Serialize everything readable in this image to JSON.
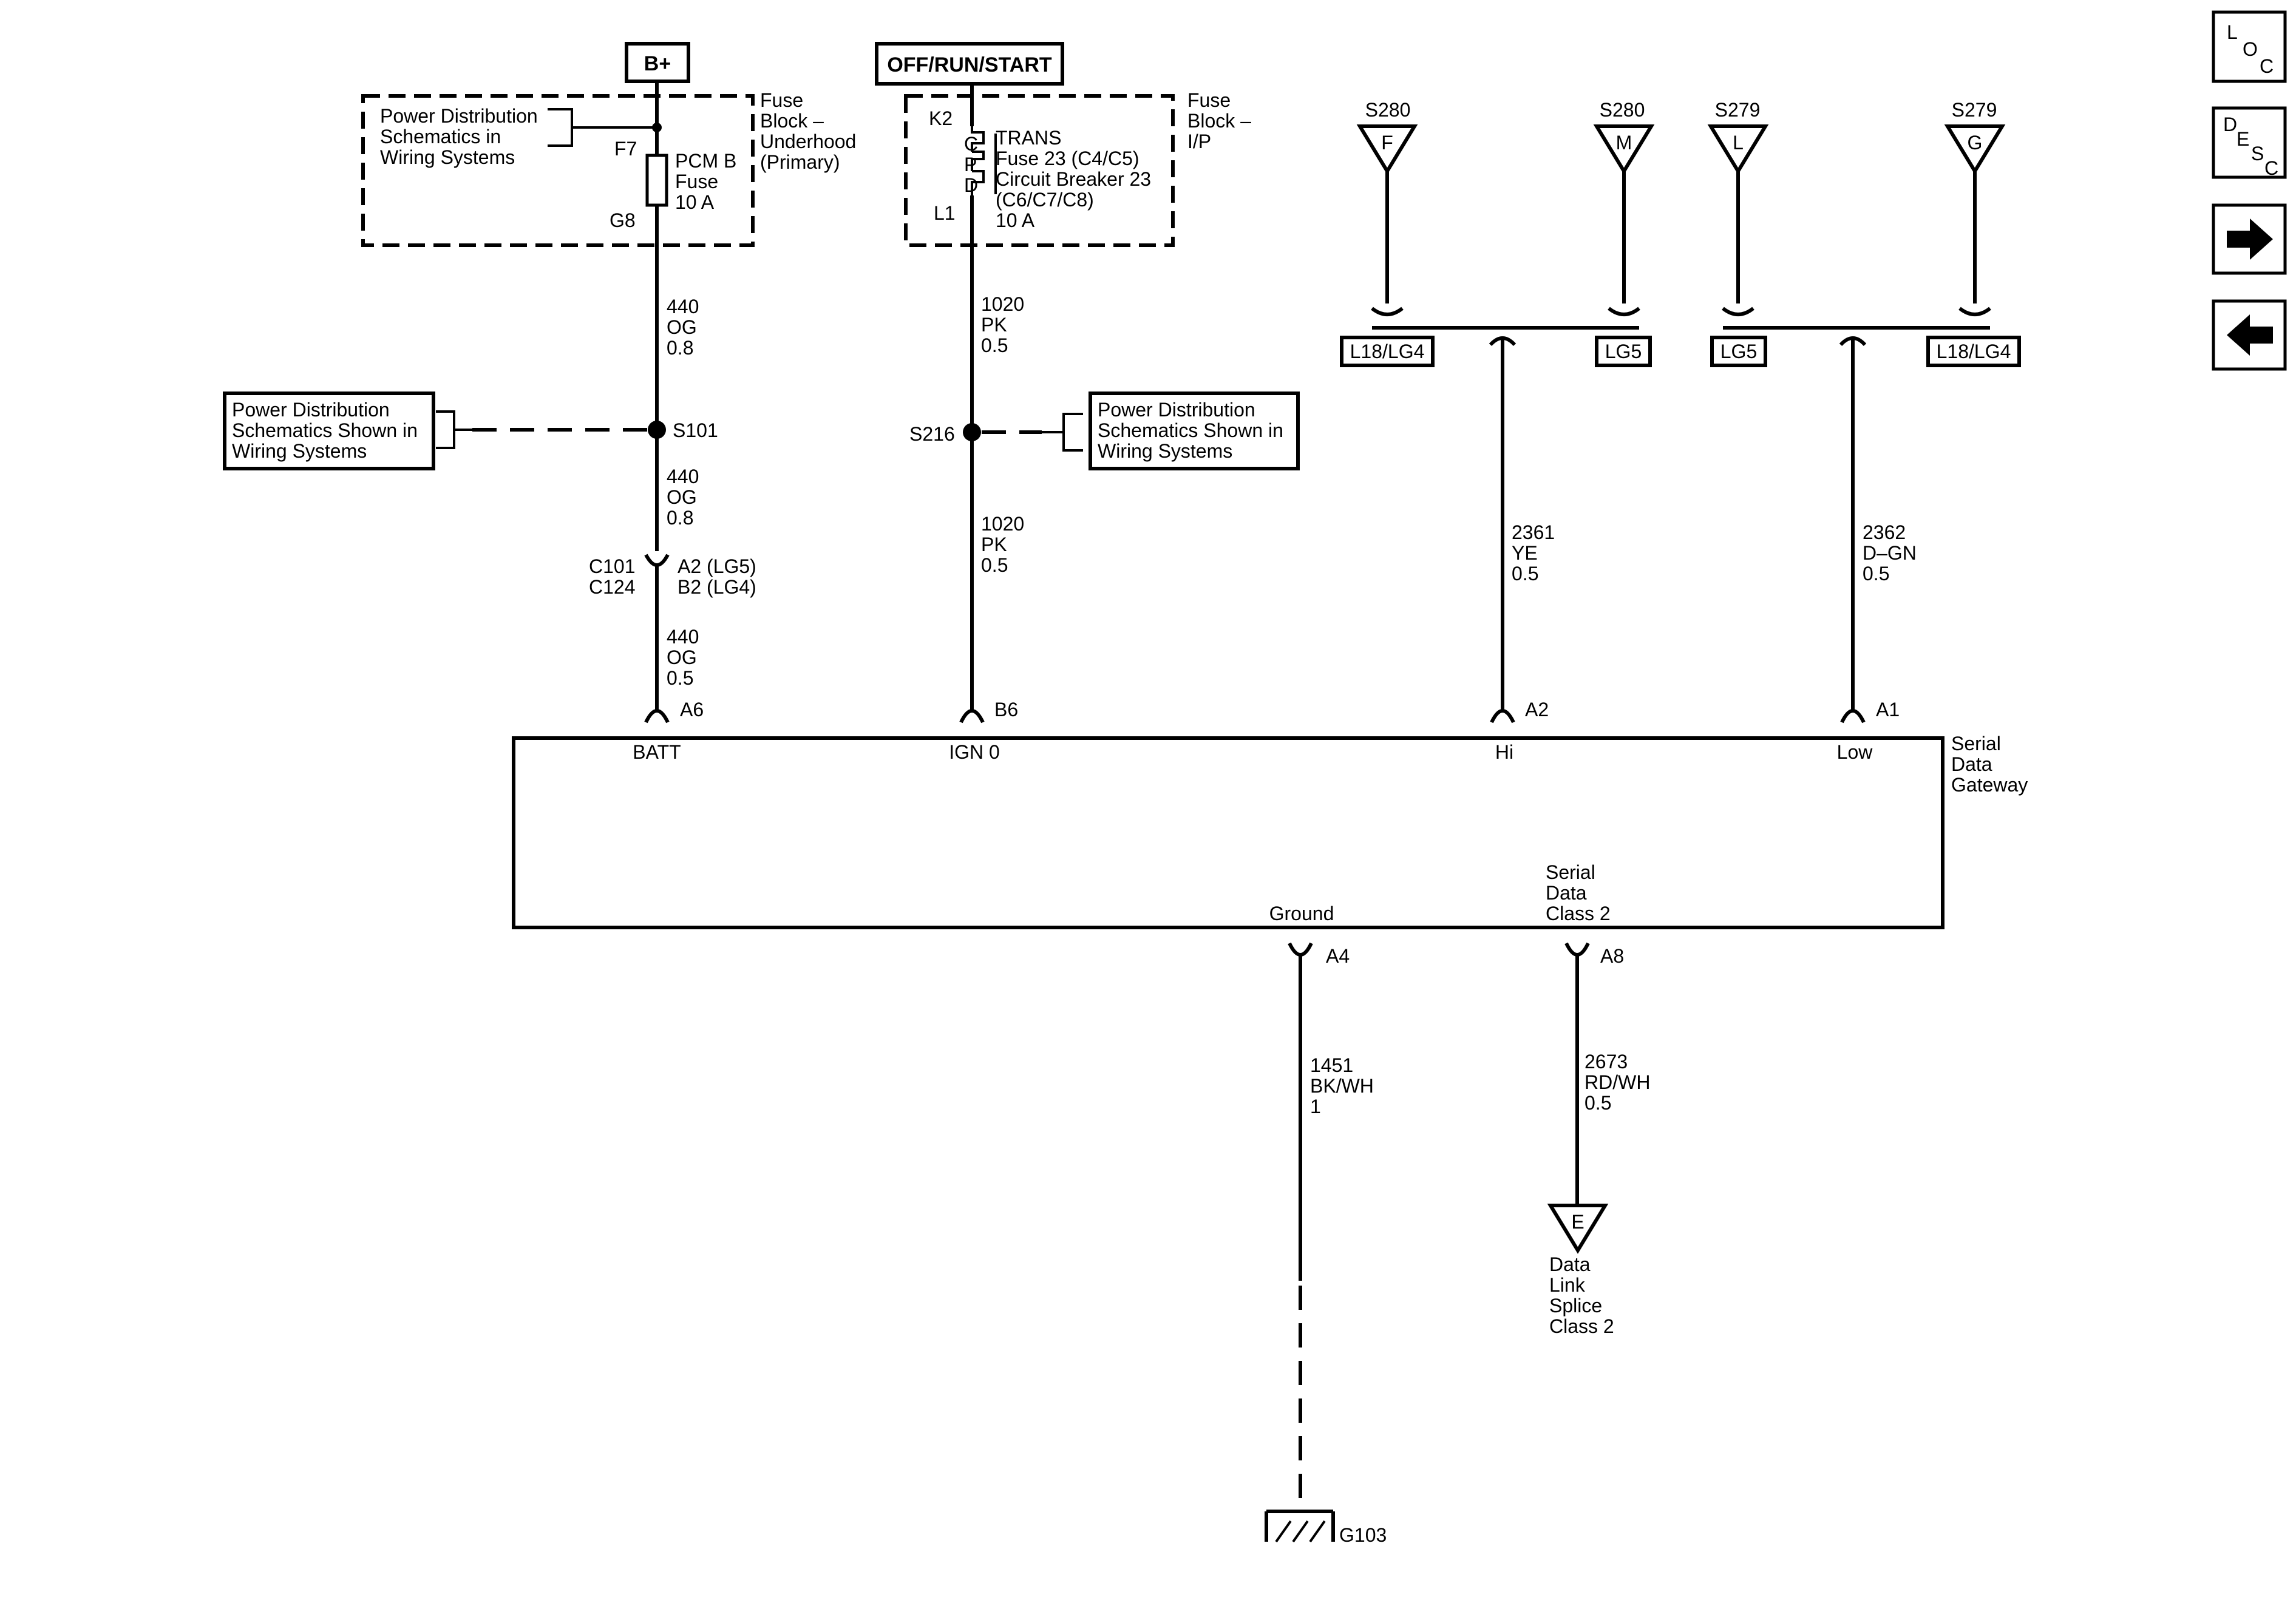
{
  "sources": {
    "bplus": "B+",
    "ignition": "OFF/RUN/START"
  },
  "fuse_block_underhood": {
    "label": [
      "Fuse",
      "Block –",
      "Underhood",
      "(Primary)"
    ],
    "ref_box": [
      "Power Distribution",
      "Schematics in",
      "Wiring  Systems"
    ],
    "in_pin": "F7",
    "out_pin": "G8",
    "fuse": [
      "PCM B",
      "Fuse",
      "10 A"
    ]
  },
  "fuse_block_ip": {
    "label": [
      "Fuse",
      "Block –",
      "I/P"
    ],
    "in_pin": "K2",
    "out_pin": "L1",
    "cpd": [
      "C",
      "P",
      "D"
    ],
    "device": [
      "TRANS",
      "Fuse 23 (C4/C5)",
      "Circuit Breaker 23",
      "(C6/C7/C8)",
      "10 A"
    ]
  },
  "ref_boxes": {
    "left": [
      "Power Distribution",
      "Schematics Shown in",
      "Wiring Systems"
    ],
    "right": [
      "Power Distribution",
      "Schematics Shown in",
      "Wiring Systems"
    ]
  },
  "splices": {
    "s101": "S101",
    "s216": "S216"
  },
  "wires": {
    "w440_a": [
      "440",
      "OG",
      "0.8"
    ],
    "w440_b": [
      "440",
      "OG",
      "0.8"
    ],
    "w440_c": [
      "440",
      "OG",
      "0.5"
    ],
    "w1020_a": [
      "1020",
      "PK",
      "0.5"
    ],
    "w1020_b": [
      "1020",
      "PK",
      "0.5"
    ],
    "w2361": [
      "2361",
      "YE",
      "0.5"
    ],
    "w2362": [
      "2362",
      "D–GN",
      "0.5"
    ],
    "w1451": [
      "1451",
      "BK/WH",
      "1"
    ],
    "w2673": [
      "2673",
      "RD/WH",
      "0.5"
    ]
  },
  "inline_connector": {
    "names": [
      "C101",
      "C124"
    ],
    "pins": [
      "A2 (LG5)",
      "B2 (LG4)"
    ]
  },
  "offpage": {
    "F": {
      "letter": "F",
      "splice": "S280"
    },
    "M": {
      "letter": "M",
      "splice": "S280"
    },
    "L": {
      "letter": "L",
      "splice": "S279"
    },
    "G": {
      "letter": "G",
      "splice": "S279"
    },
    "E": {
      "letter": "E",
      "label": [
        "Data",
        "Link",
        "Splice",
        "Class 2"
      ]
    }
  },
  "options": {
    "l18_lg4_a": "L18/LG4",
    "lg5_a": "LG5",
    "lg5_b": "LG5",
    "l18_lg4_b": "L18/LG4"
  },
  "module": {
    "name": [
      "Serial",
      "Data",
      "Gateway"
    ],
    "pins": {
      "batt": {
        "pin": "A6",
        "label": "BATT"
      },
      "ign": {
        "pin": "B6",
        "label": "IGN 0"
      },
      "hi": {
        "pin": "A2",
        "label": "Hi"
      },
      "low": {
        "pin": "A1",
        "label": "Low"
      },
      "ground": {
        "pin": "A4",
        "label": "Ground"
      },
      "sdc2": {
        "pin": "A8",
        "label": [
          "Serial",
          "Data",
          "Class 2"
        ]
      }
    }
  },
  "ground": {
    "name": "G103"
  },
  "nav": {
    "loc": [
      "L",
      "O",
      "C"
    ],
    "desc": [
      "D",
      "E",
      "S",
      "C"
    ],
    "next_icon": "arrow-right-icon",
    "prev_icon": "arrow-left-icon"
  }
}
